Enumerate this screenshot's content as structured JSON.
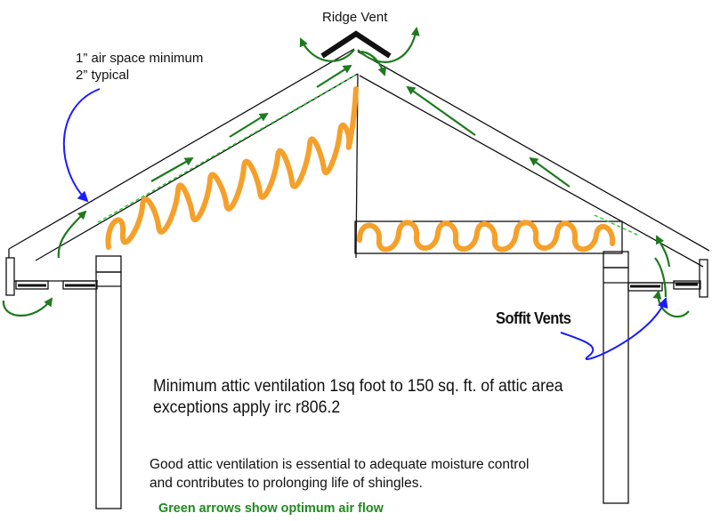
{
  "labels": {
    "ridge_vent": "Ridge Vent",
    "air_space_line1": "1” air space minimum",
    "air_space_line2": "2” typical",
    "soffit_vents": "Soffit Vents",
    "min_vent_line1": "Minimum attic ventilation 1sq foot to 150 sq. ft. of attic area",
    "min_vent_line2": "exceptions apply irc r806.2",
    "good_vent_line1": "Good attic ventilation is essential to adequate moisture control",
    "good_vent_line2": "and contributes to prolonging life of shingles.",
    "green_arrows_note": "Green arrows show optimum air flow"
  },
  "colors": {
    "airflow_arrows": "#1f7a1f",
    "pointer_arrows": "#1a1aff",
    "insulation": "#f5a02a",
    "air_space_dashes": "#33cc33",
    "structure_lines": "#111111",
    "green_note_text": "#1f8a1f"
  }
}
